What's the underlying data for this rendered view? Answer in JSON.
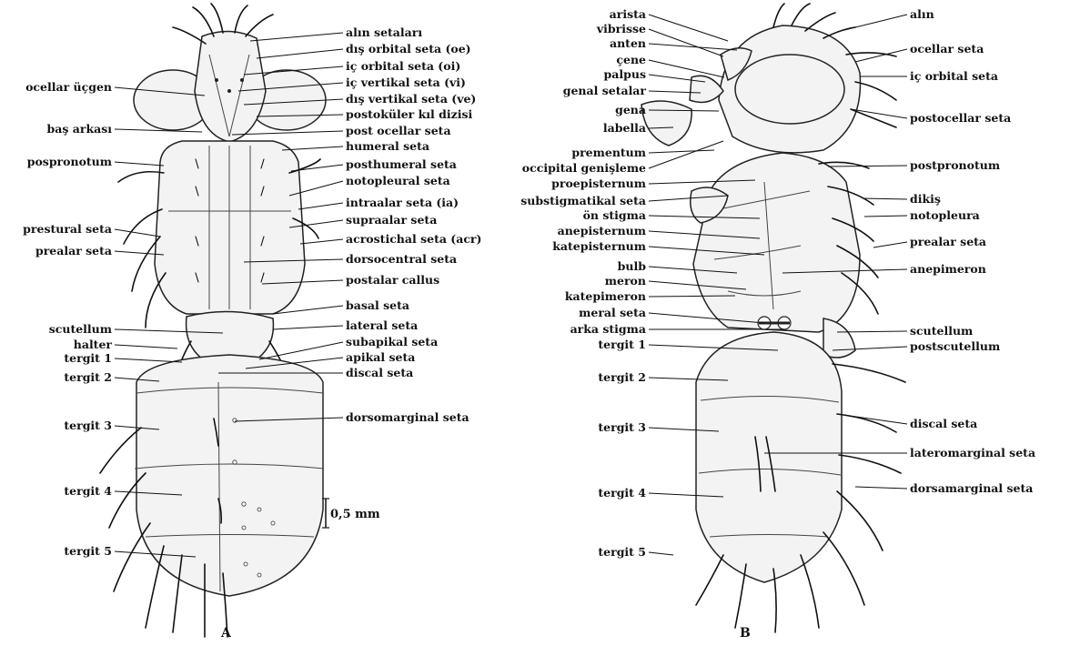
{
  "figure": {
    "panel_a": "A",
    "panel_b": "B",
    "scale_bar": "0,5 mm"
  },
  "labels_a_left": [
    "ocellar üçgen",
    "baş arkası",
    "pospronotum",
    "prestural seta",
    "prealar seta",
    "scutellum",
    "halter",
    "tergit 1",
    "tergit 2",
    "tergit 3",
    "tergit 4",
    "tergit 5"
  ],
  "labels_a_right": [
    "alın setaları",
    "dış orbital seta (oe)",
    "iç orbital seta (oi)",
    "iç vertikal seta (vi)",
    "dış vertikal seta (ve)",
    "postoküler kıl dizisi",
    "post ocellar seta",
    "humeral seta",
    "posthumeral seta",
    "notopleural seta",
    "intraalar seta (ia)",
    "supraalar seta",
    "acrostichal seta (acr)",
    "dorsocentral seta",
    "postalar callus",
    "basal seta",
    "lateral seta",
    "subapikal seta",
    "apikal seta",
    "discal seta",
    "dorsomarginal seta"
  ],
  "labels_b_left": [
    "arista",
    "vibrisse",
    "anten",
    "çene",
    "palpus",
    "genal setalar",
    "gena",
    "labella",
    "prementum",
    "occipital genişleme",
    "proepisternum",
    "substigmatikal seta",
    "ön stigma",
    "anepisternum",
    "katepisternum",
    "bulb",
    "meron",
    "katepimeron",
    "meral seta",
    "arka stigma",
    "tergit 1",
    "tergit 2",
    "tergit 3",
    "tergit 4",
    "tergit 5"
  ],
  "labels_b_right": [
    "alın",
    "ocellar seta",
    "iç orbital seta",
    "postocellar seta",
    "postpronotum",
    "dikiş",
    "notopleura",
    "prealar seta",
    "anepimeron",
    "scutellum",
    "postscutellum",
    "discal seta",
    "lateromarginal seta",
    "dorsamarginal seta"
  ]
}
